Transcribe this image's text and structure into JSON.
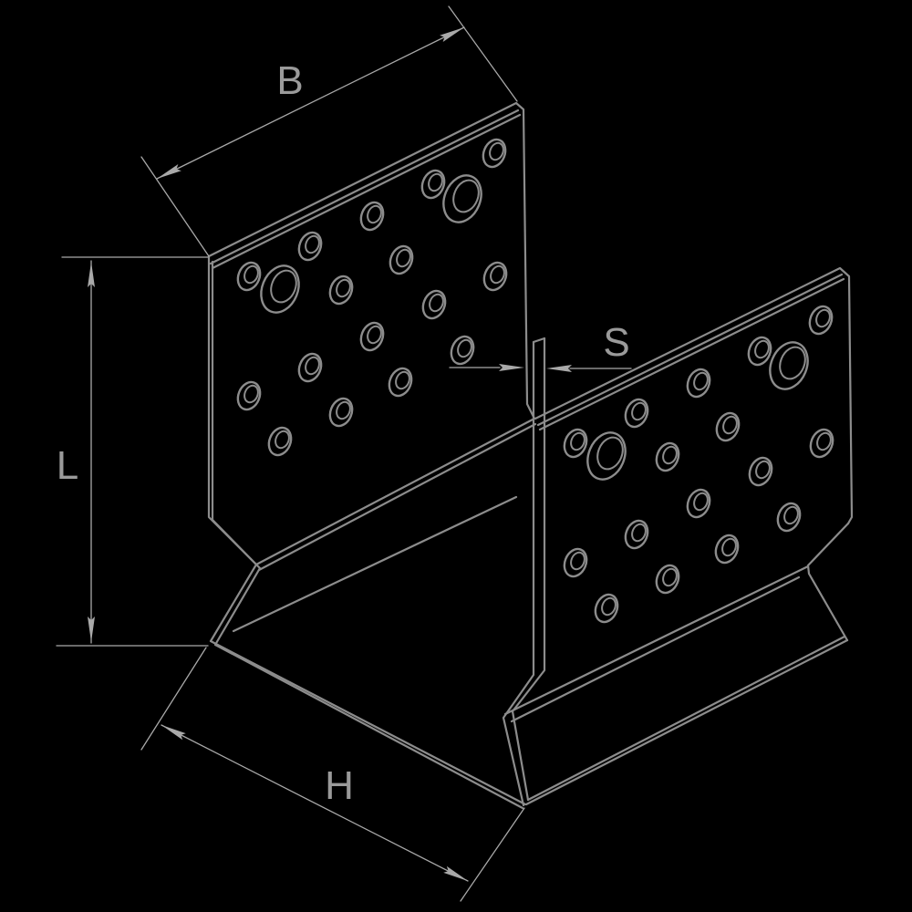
{
  "dimension_labels": {
    "width": "B",
    "height_left": "L",
    "thickness": "S",
    "base": "H"
  },
  "colors": {
    "background": "#000000",
    "line": "#8c8c8c",
    "dimension_line": "#a9a9a9",
    "label": "#9a9a9a"
  }
}
